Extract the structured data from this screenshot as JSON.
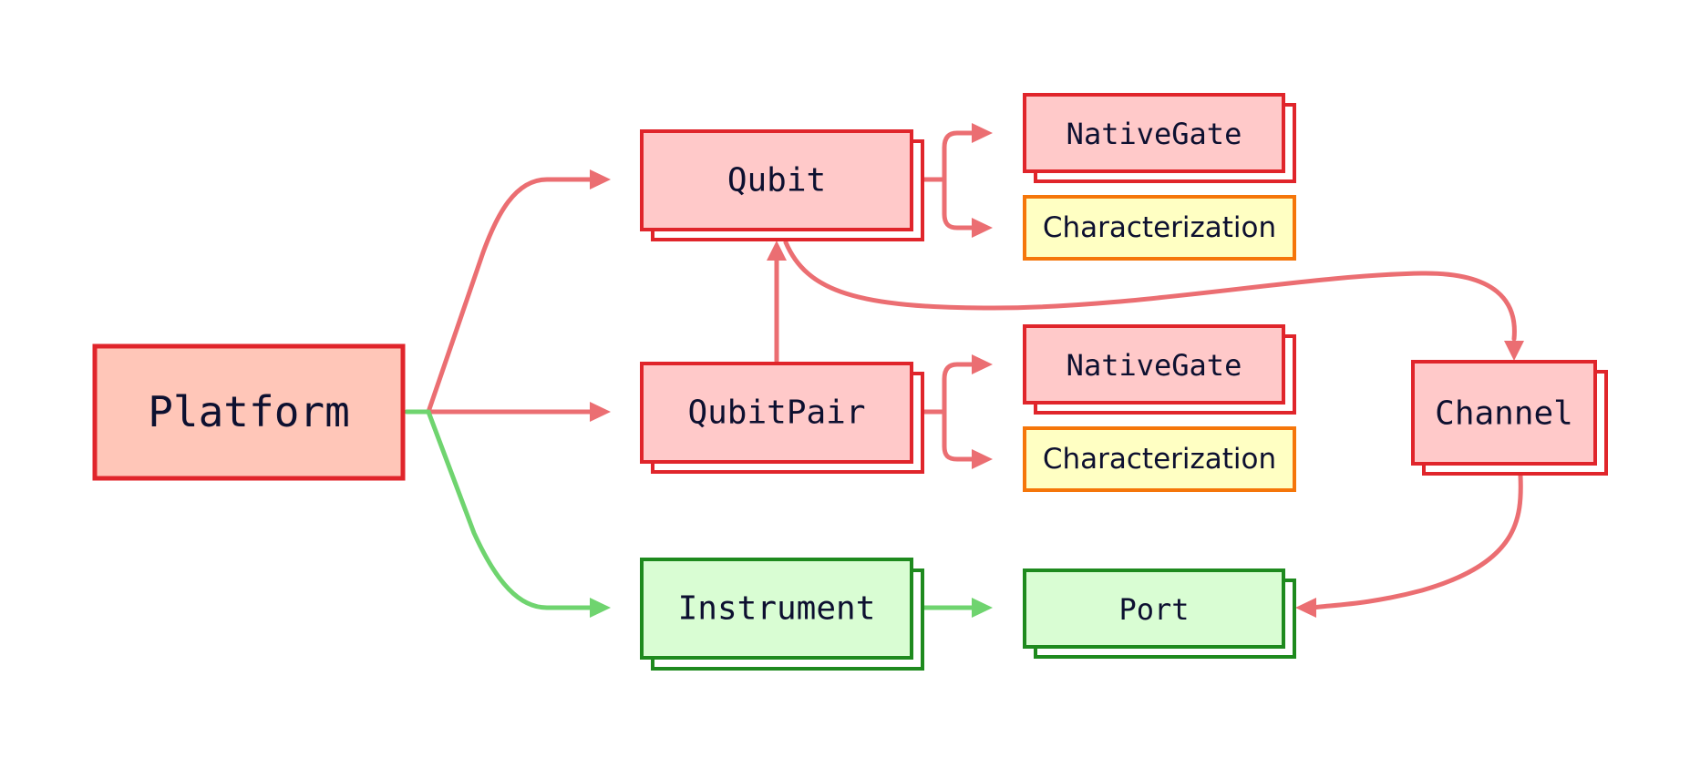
{
  "colors": {
    "red_stroke": "#e0252b",
    "red_fill": "#ffc9c9",
    "platform_fill": "#ffc6b8",
    "green_stroke": "#1e8a1e",
    "green_fill": "#d9fdd3",
    "orange_stroke": "#f5760a",
    "yellow_fill": "#ffffc3",
    "red_arrow": "#eb6e72",
    "green_arrow": "#6fd46f"
  },
  "nodes": {
    "platform": "Platform",
    "qubit": "Qubit",
    "qubit_pair": "QubitPair",
    "instrument": "Instrument",
    "qubit_native_gate": "NativeGate",
    "qubit_characterization": "Characterization",
    "pair_native_gate": "NativeGate",
    "pair_characterization": "Characterization",
    "port": "Port",
    "channel": "Channel"
  }
}
